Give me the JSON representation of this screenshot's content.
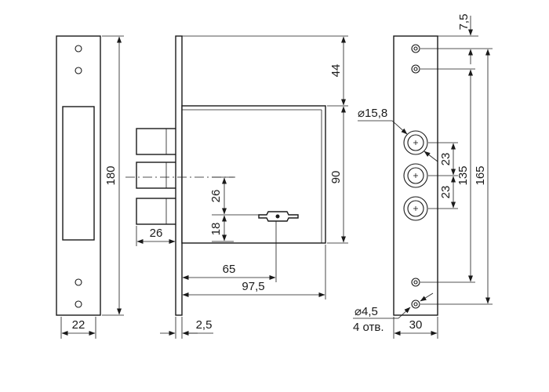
{
  "drawing": {
    "dimensions": {
      "faceplate_length": "180",
      "faceplate_width": "22",
      "top_offset": "44",
      "case_height": "90",
      "bolt_spacing": "26",
      "key_offset": "18",
      "bolt_throw": "26",
      "backset_key": "65",
      "case_depth": "97,5",
      "plate_thickness": "2,5",
      "cylinder_diameter": "⌀15,8",
      "cylinder_spacing_1": "23",
      "cylinder_spacing_2": "23",
      "mount_spacing_inner": "135",
      "mount_spacing_outer": "165",
      "top_hole_offset": "7,5",
      "strike_width": "30",
      "hole_diameter": "⌀4,5",
      "hole_count": "4 отв."
    }
  }
}
